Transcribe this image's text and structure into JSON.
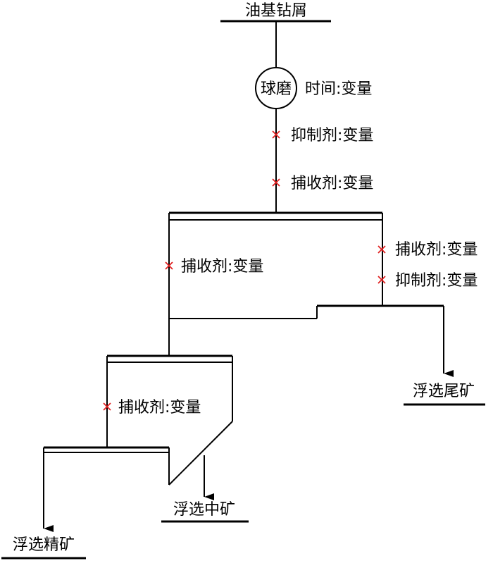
{
  "feed": "油基钻屑",
  "grinding": {
    "label": "球磨",
    "parameter": "时间:变量"
  },
  "conditioning": [
    "抑制剂:变量",
    "捕收剂:变量"
  ],
  "rougher": {
    "left_reagent": "捕收剂:变量",
    "right_reagents": [
      "捕收剂:变量",
      "抑制剂:变量"
    ]
  },
  "cleaner": {
    "reagent": "捕收剂:变量"
  },
  "products": {
    "tailings": "浮选尾矿",
    "middlings": "浮选中矿",
    "concentrate": "浮选精矿"
  },
  "colors": {
    "line": "#000000",
    "reagent_marker": "#e02020"
  }
}
